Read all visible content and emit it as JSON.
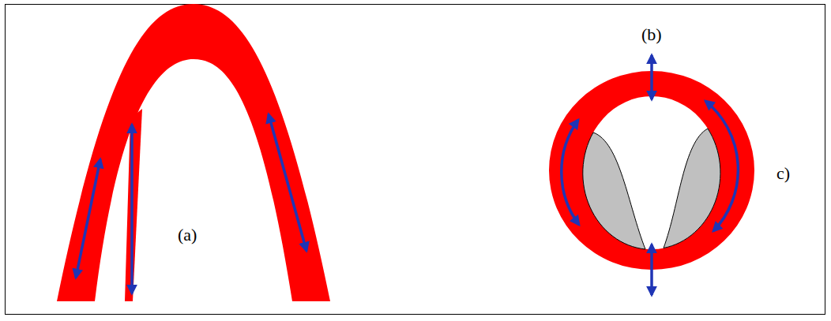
{
  "diagram": {
    "labels": [
      "(a)",
      "(b)",
      "c)"
    ]
  }
}
